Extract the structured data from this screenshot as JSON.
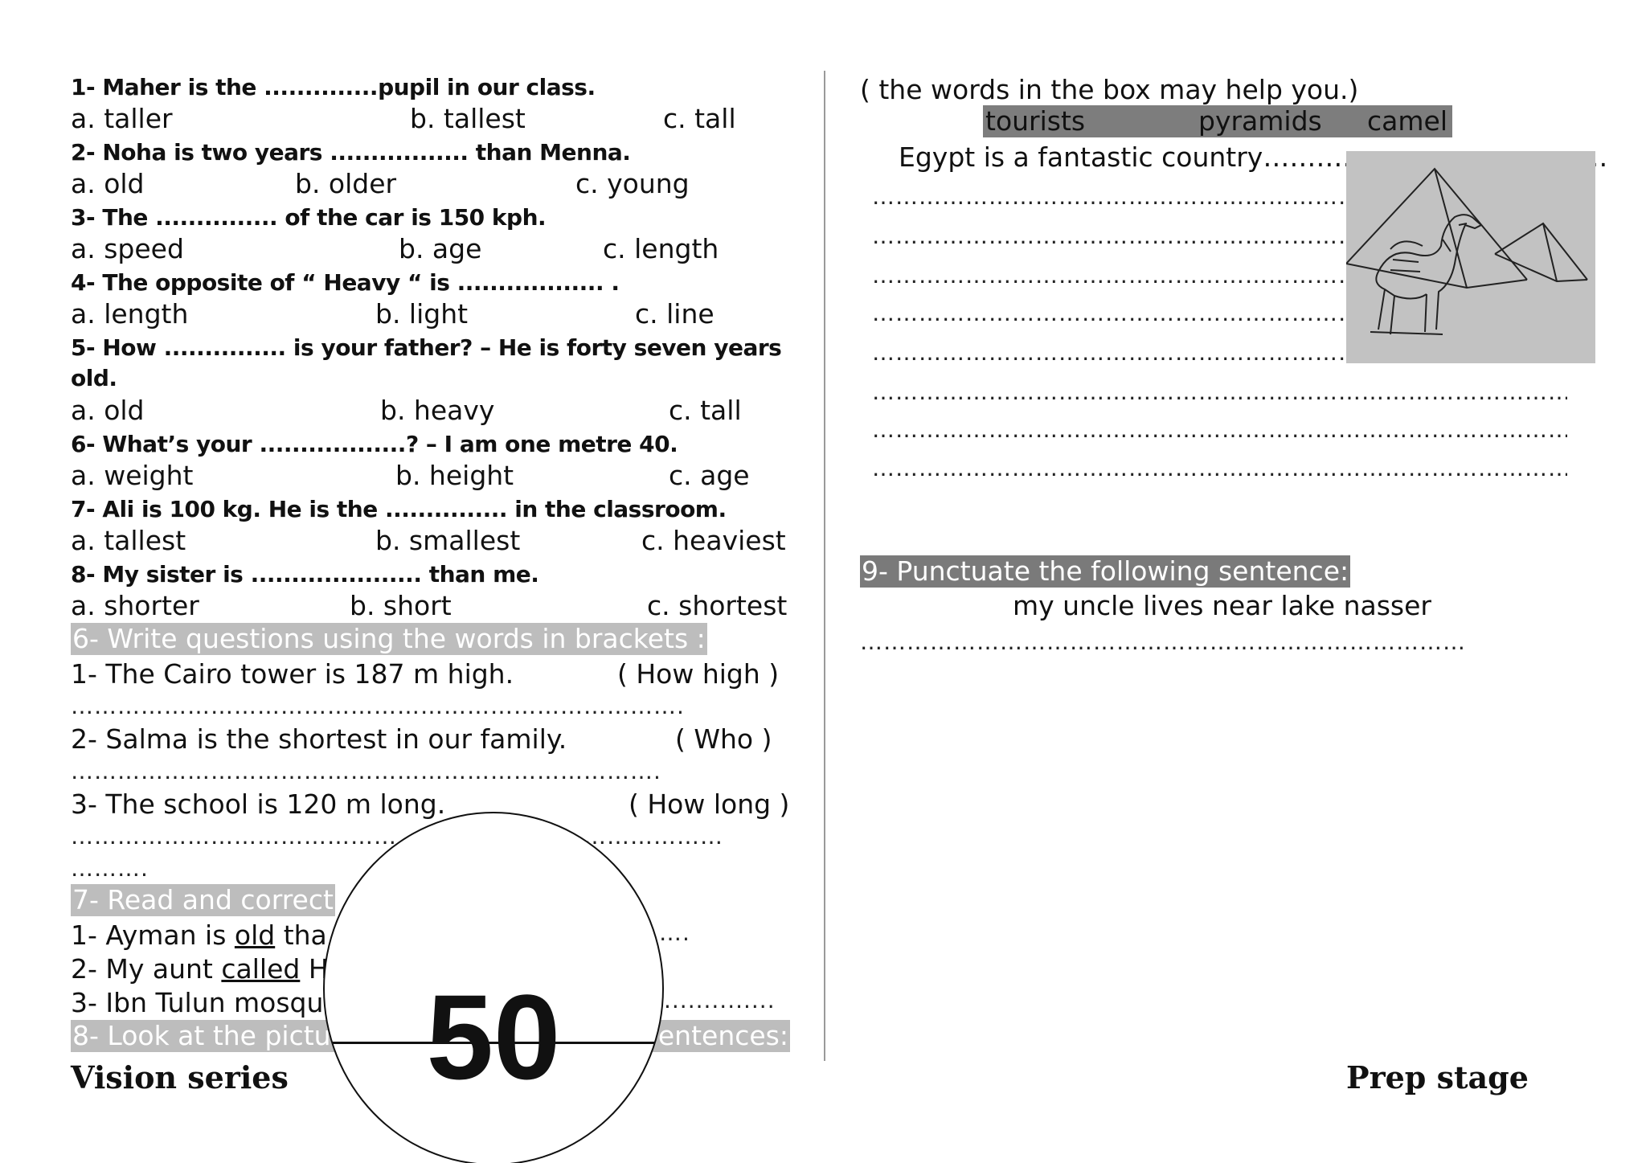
{
  "left": {
    "q1": {
      "stem": "1- Maher is the ..............pupil in our class.",
      "a": "a. taller",
      "b": "b. tallest",
      "c": "c. tall"
    },
    "q2": {
      "stem": "2- Noha is two years ................. than Menna.",
      "a": "a. old",
      "b": "b. older",
      "c": "c. young"
    },
    "q3": {
      "stem": "3- The ............... of the car is 150 kph.",
      "a": "a. speed",
      "b": "b. age",
      "c": "c. length"
    },
    "q4": {
      "stem": "4- The opposite of “ Heavy “ is .................. .",
      "a": "a. length",
      "b": "b. light",
      "c": "c. line"
    },
    "q5": {
      "stem1": "5- How ............... is your father? – He is forty seven years",
      "stem2": "old.",
      "a": "a. old",
      "b": "b. heavy",
      "c": "c. tall"
    },
    "q6": {
      "stem": "6- What’s your ..................? – I am one metre 40.",
      "a": "a. weight",
      "b": "b. height",
      "c": "c. age"
    },
    "q7": {
      "stem": "7- Ali is 100 kg. He is the ............... in the classroom.",
      "a": "a. tallest",
      "b": "b. smallest",
      "c": "c. heaviest"
    },
    "q8": {
      "stem": "8- My sister is ..................... than me.",
      "a": "a. shorter",
      "b": "b. short",
      "c": "c. shortest"
    },
    "section6": {
      "heading": "6- Write questions using the words in brackets :",
      "items": [
        {
          "text": "1- The Cairo tower is 187 m high.",
          "hint": "( How high )",
          "dots": "……………………………………………………………………."
        },
        {
          "text": "2- Salma is the shortest in our family.",
          "hint": "( Who )",
          "dots": "…………………………………………………………………."
        },
        {
          "text": "3- The school is 120 m long.",
          "hint": "( How long )",
          "dots": "…………………………………………………………………………",
          "dots2": "………."
        }
      ]
    },
    "section7": {
      "heading": "7- Read and correct",
      "items": [
        {
          "pre": "1- Ayman is ",
          "err": "old",
          "post": " tha",
          "dots": "…."
        },
        {
          "pre": "2- My aunt ",
          "err": "called",
          "post": " H"
        },
        {
          "pre": "3- Ibn Tulun mosqu",
          "dots": ".............."
        }
      ]
    },
    "section8": {
      "heading_left": "8- Look at the pictu",
      "heading_right": "entences:"
    }
  },
  "right": {
    "hint": "( the words in the box may help you.)",
    "box_words": [
      "tourists",
      "pyramids",
      "camel"
    ],
    "start_line": "Egypt is a fantastic country…………………………………",
    "dot_line": "………………………………………………………………………………",
    "section9": {
      "heading": "9- Punctuate the following sentence:",
      "sentence": "my uncle lives near lake nasser",
      "dots": "……………………………………………………………………"
    }
  },
  "footer": {
    "left": "Vision series",
    "right": "Prep stage"
  },
  "stamp": {
    "number": "50"
  }
}
